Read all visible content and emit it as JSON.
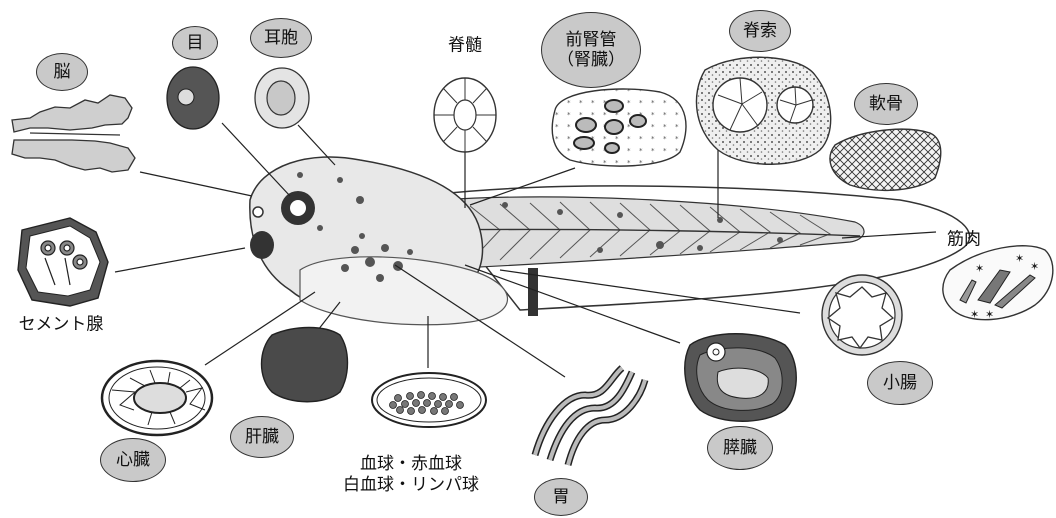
{
  "labels": {
    "brain": "脳",
    "eye": "目",
    "otic_vesicle": "耳胞",
    "spinal_cord": "脊髄",
    "pronephros_line1": "前腎管",
    "pronephros_line2": "（腎臓）",
    "notochord": "脊索",
    "cartilage": "軟骨",
    "muscle": "筋肉",
    "cement_gland": "セメント腺",
    "small_intestine": "小腸",
    "pancreas": "膵臓",
    "liver": "肝臓",
    "heart": "心臓",
    "stomach": "胃",
    "blood_line1": "血球・赤血球",
    "blood_line2": "白血球・リンパ球"
  },
  "colors": {
    "bubble_fill": "#c9c9c9",
    "line": "#222222",
    "dark_tissue": "#444444",
    "mid_tissue": "#9a9a9a",
    "light_tissue": "#e3e3e3"
  }
}
